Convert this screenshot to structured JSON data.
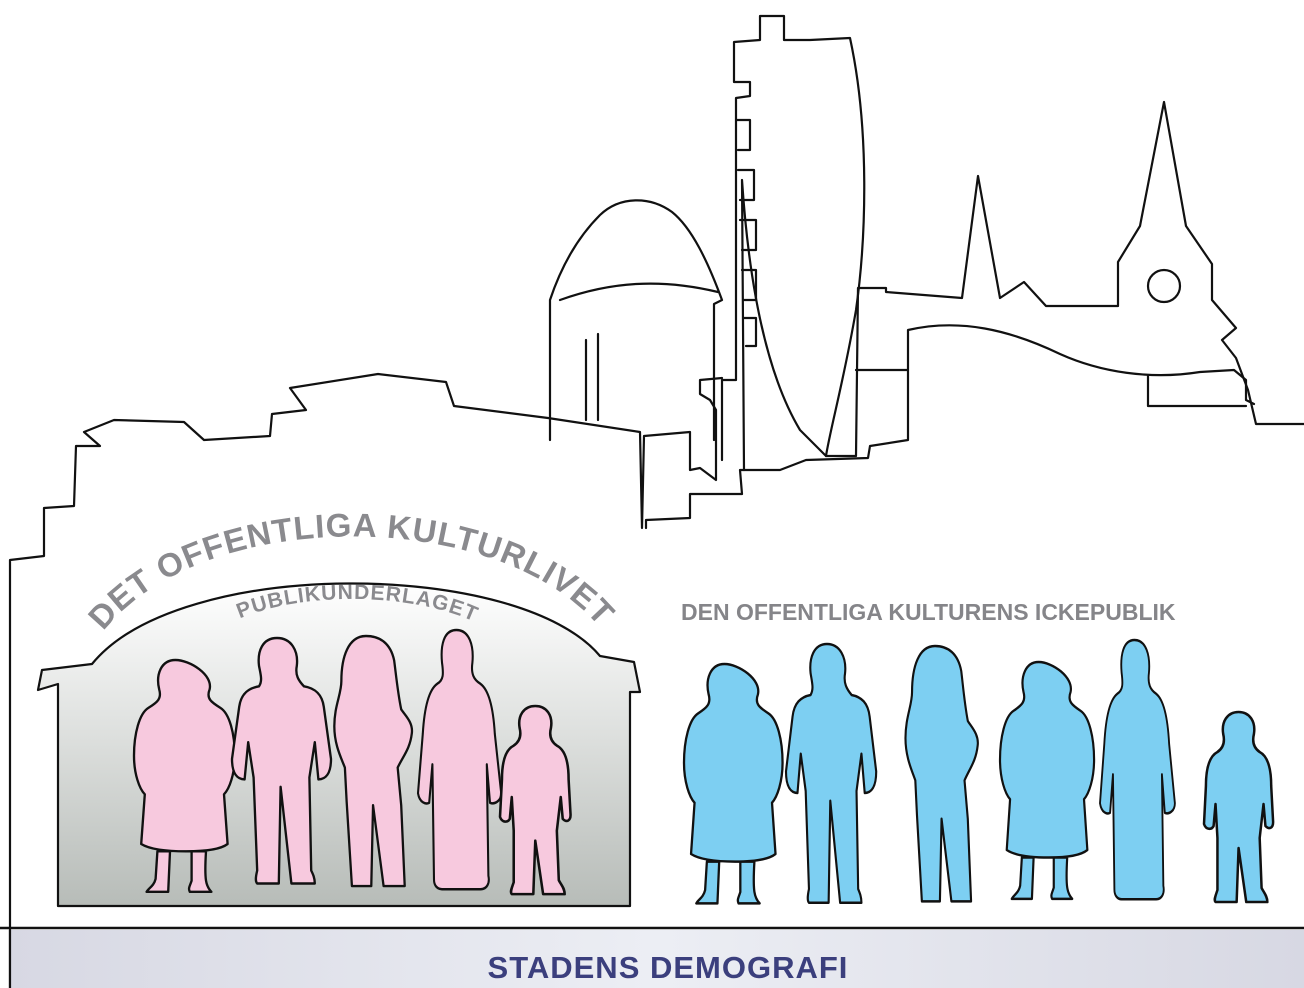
{
  "labels": {
    "arch_title": "DET OFFENTLIGA KULTURLIVET",
    "arch_subtitle": "PUBLIKUNDERLAGET",
    "nonpublic_title": "DEN OFFENTLIGA KULTURENS ICKEPUBLIK",
    "footer_title": "STADENS DEMOGRAFI"
  },
  "groups": {
    "audience": {
      "people_count": 5,
      "fill_color": "#f7c9de"
    },
    "nonpublic": {
      "people_count": 6,
      "fill_color": "#7dcff2"
    }
  },
  "colors": {
    "label_gray": "#858589",
    "footer_text": "#3b3f7d",
    "footer_band": "#d9dbe6",
    "arch_gradient_top": "#ffffff",
    "arch_gradient_bottom": "#b7bcb8",
    "outline": "#111111"
  }
}
